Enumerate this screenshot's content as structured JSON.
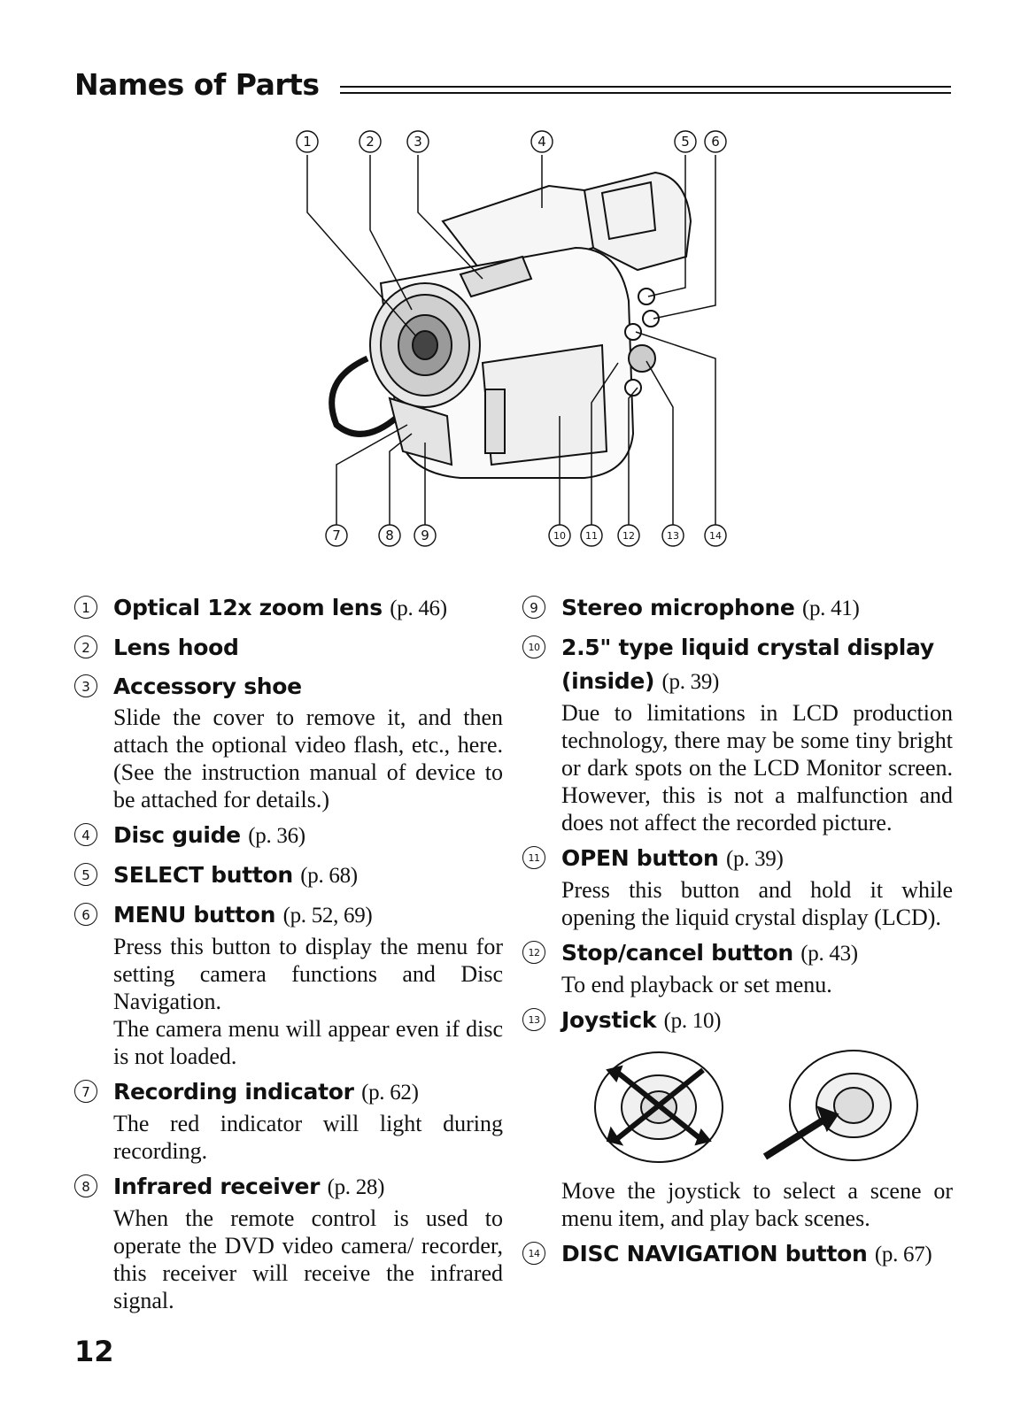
{
  "page": {
    "title": "Names of Parts",
    "page_number": "12"
  },
  "figure": {
    "top_callouts": [
      "1",
      "2",
      "3",
      "4",
      "5",
      "6"
    ],
    "bottom_callouts": [
      "7",
      "8",
      "9",
      "10",
      "11",
      "12",
      "13",
      "14"
    ]
  },
  "parts": [
    {
      "n": "1",
      "name": "Optical 12x zoom lens",
      "ref": "(p. 46)",
      "desc": []
    },
    {
      "n": "2",
      "name": "Lens hood",
      "ref": "",
      "desc": []
    },
    {
      "n": "3",
      "name": "Accessory shoe",
      "ref": "",
      "desc": [
        "Slide the cover to remove it, and then attach the optional video flash, etc., here. (See the instruction manual of device to be attached for details.)"
      ]
    },
    {
      "n": "4",
      "name": "Disc guide",
      "ref": "(p. 36)",
      "desc": []
    },
    {
      "n": "5",
      "name": "SELECT button",
      "ref": "(p. 68)",
      "desc": []
    },
    {
      "n": "6",
      "name": "MENU button",
      "ref": "(p. 52, 69)",
      "desc": [
        "Press this button to display the menu for setting camera functions and Disc Navigation.",
        "The camera menu will appear even if disc is not loaded."
      ]
    },
    {
      "n": "7",
      "name": "Recording indicator",
      "ref": "(p. 62)",
      "desc": [
        "The red indicator will light during recording."
      ]
    },
    {
      "n": "8",
      "name": "Infrared receiver",
      "ref": "(p. 28)",
      "desc": [
        "When the remote control is used to operate the DVD video camera/ recorder, this receiver will receive the infrared signal."
      ]
    },
    {
      "n": "9",
      "name": "Stereo microphone",
      "ref": "(p. 41)",
      "desc": []
    },
    {
      "n": "10",
      "name": "2.5\" type liquid crystal display (inside)",
      "ref": "(p. 39)",
      "desc": [
        "Due to limitations in LCD production technology, there may be some tiny bright or dark spots on the LCD Monitor screen. However, this is not a malfunction and does not affect the recorded picture."
      ]
    },
    {
      "n": "11",
      "name": "OPEN button",
      "ref": "(p. 39)",
      "desc": [
        "Press this button and hold it while opening the liquid crystal display (LCD)."
      ]
    },
    {
      "n": "12",
      "name": "Stop/cancel button",
      "ref": "(p. 43)",
      "desc": [
        "To end playback or set menu."
      ]
    },
    {
      "n": "13",
      "name": "Joystick",
      "ref": "(p. 10)",
      "desc": [
        "Move the joystick to select a scene or menu item, and play back scenes."
      ]
    },
    {
      "n": "14",
      "name": "DISC NAVIGATION button",
      "ref": "(p. 67)",
      "desc": []
    }
  ]
}
